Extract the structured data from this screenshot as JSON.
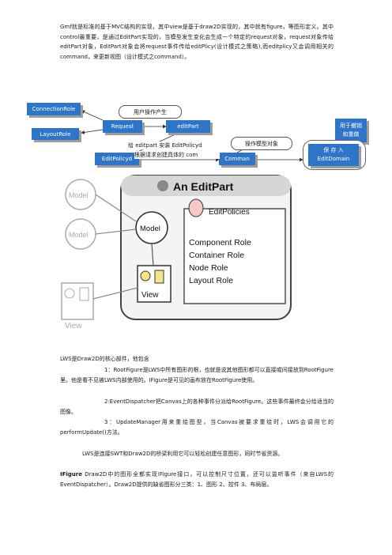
{
  "intro": "Gmf就是标准的基于MVC结构的实现，其中view是基于draw2D实现的，其中就有figure，等图形定义。其中control最重要，是通过EditPart实现的，当模型发生变化会生成一个特定的request对象，request对象传给editPart对象，EditPart对象会将request事件传给editPlicy(设计模式之策略),而editplicy又会调用相关的command，来更新视图（设计模式之command）。",
  "flow": {
    "connection_role": "ConnectionRole",
    "layout_role": "LayoutRole",
    "request": "Request",
    "editpart": "editPart",
    "editpolicy": "EditPolicyd",
    "command": "Comman",
    "user_action": "用户操作产生",
    "install_note": "给 editpart 安装 EditPolicyd",
    "create_note": "根据请求创建具体的 com",
    "operate_model": "操作模型对象",
    "undo_note": "用于撤销\n和重做",
    "save_edit_domain": "保 存 入\nEditDomain"
  },
  "figure": {
    "title": "An EditPart",
    "policies": "EditPolicies",
    "roles": [
      "Component Role",
      "Container Role",
      "Node Role",
      "Layout Role"
    ],
    "model": "Model",
    "view": "View"
  },
  "lws": {
    "heading": "LWS是Draw2D的核心部件，他包含",
    "item1": "1：RootFigure是LWS中所有图形的根，也就是说其他图形都可以直接或间接放到RootFigure里。他是看不见被LWS内部使用的。IFigure是可见的画布放在RootFigure使用。",
    "item2": "2:EventDispatcher把Canvas上的各种事件分派给RootFigure。这些事件最终会分给适当的图像。",
    "item3": "3：UpdateManager用来重绘图型，当Canvas被要求重绘时，LWS会调用它的performUpdate()方法。",
    "bridge": "LWS是连接SWT和Draw2D的桥梁利用它可以轻松创建任意图形，同时节省资源。"
  },
  "ifigure": {
    "title": "IFigure",
    "body": " Draw2D中的图形全都实现IFigure接口，可以控制尺寸位置，还可以监听事件（来自LWS的EventDispatcher）。Draw2D提供的缺省图形分三类：1、图形 2、控件 3、布局层。"
  }
}
